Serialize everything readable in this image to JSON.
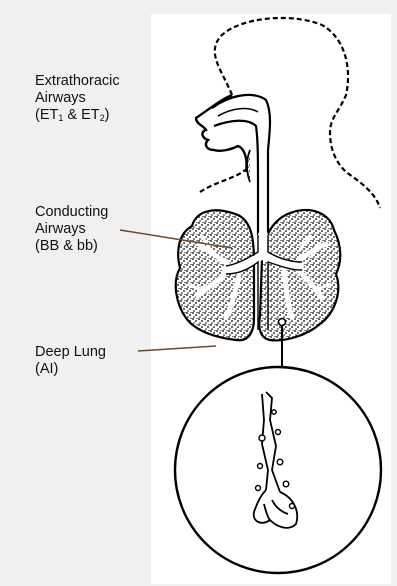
{
  "labels": {
    "extrathoracic": {
      "line1": "Extrathoracic",
      "line2": "Airways",
      "line3_open": "(ET",
      "line3_sub1": "1",
      "line3_mid": " & ET",
      "line3_sub2": "2",
      "line3_close": ")"
    },
    "conducting": {
      "line1": "Conducting",
      "line2": "Airways",
      "line3": "(BB & bb)"
    },
    "deep": {
      "line1": "Deep Lung",
      "line2": "(AI)"
    }
  },
  "colors": {
    "background": "#f0f0f0",
    "panel": "#ffffff",
    "outline": "#000000",
    "leader": "#6b4a2e"
  }
}
